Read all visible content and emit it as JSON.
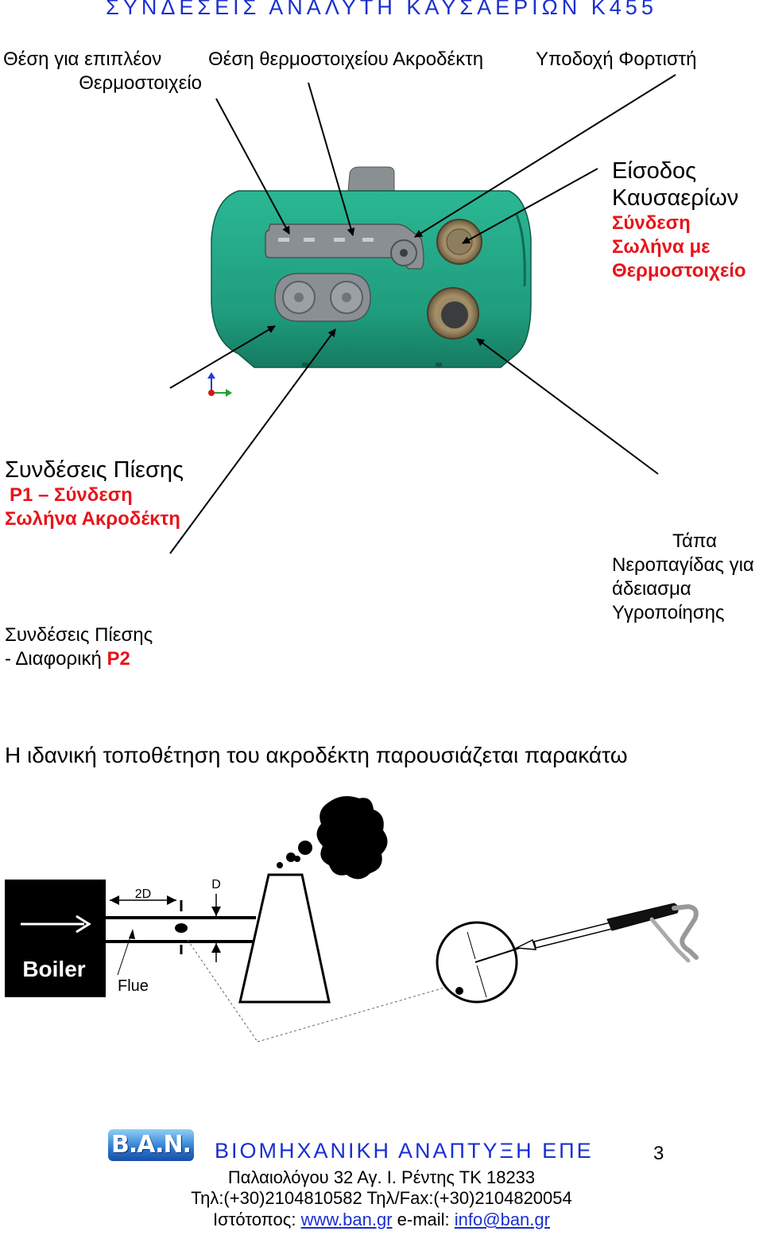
{
  "title": "ΣΥΝΔΕΣΕΙΣ ΑΝΑΛΥΤΗ ΚΑΥΣΑΕΡΙΩΝ Κ455",
  "labels": {
    "extra_probe_line1": "Θέση για επιπλέον",
    "extra_probe_line2": "Θερμοστοιχείο",
    "thermocouple_position": "Θέση θερμοστοιχείου Ακροδέκτη",
    "charger_socket": "Υποδοχή Φορτιστή",
    "flue_inlet_line1": "Είσοδος",
    "flue_inlet_line2": "Καυσαερίων",
    "flue_inlet_red1": "Σύνδεση",
    "flue_inlet_red2": "Σωλήνα με",
    "flue_inlet_red3": "Θερμοστοιχείο",
    "pressure_p1_line1": "Συνδέσεις Πίεσης",
    "pressure_p1_red1": "P1 – Σύνδεση",
    "pressure_p1_red2": "Σωλήνα Ακροδέκτη",
    "pressure_p2_line1": "Συνδέσεις Πίεσης",
    "pressure_p2_line2_prefix": "- Διαφορική ",
    "pressure_p2_line2_red": "P2",
    "water_trap_line1": "Τάπα",
    "water_trap_line2": "Νεροπαγίδας για",
    "water_trap_line3": "άδειασμα",
    "water_trap_line4": "Υγροποίησης"
  },
  "placement_note": "Η ιδανική τοποθέτηση του ακροδέκτη παρουσιάζεται παρακάτω",
  "diagram": {
    "boiler": "Boiler",
    "flue": "Flue",
    "dim_2d": "2D",
    "dim_d": "D"
  },
  "footer": {
    "logo": "B.A.N.",
    "company": "ΒΙΟΜΗΧΑΝΙΚΗ ΑΝΑΠΤΥΞΗ ΕΠΕ",
    "page_number": "3",
    "address": "Παλαιολόγου 32 Αγ. Ι. Ρέντης  ΤΚ 18233",
    "phones": "Τηλ:(+30)2104810582 Τηλ/Fax:(+30)2104820054",
    "website_label": "Ιστότοπος: ",
    "website": "www.ban.gr",
    "email_label": " e-mail: ",
    "email": "info@ban.gr"
  },
  "colors": {
    "heading_blue": "#1a2fd0",
    "label_red": "#e8141a",
    "device_green": "#23a383"
  }
}
